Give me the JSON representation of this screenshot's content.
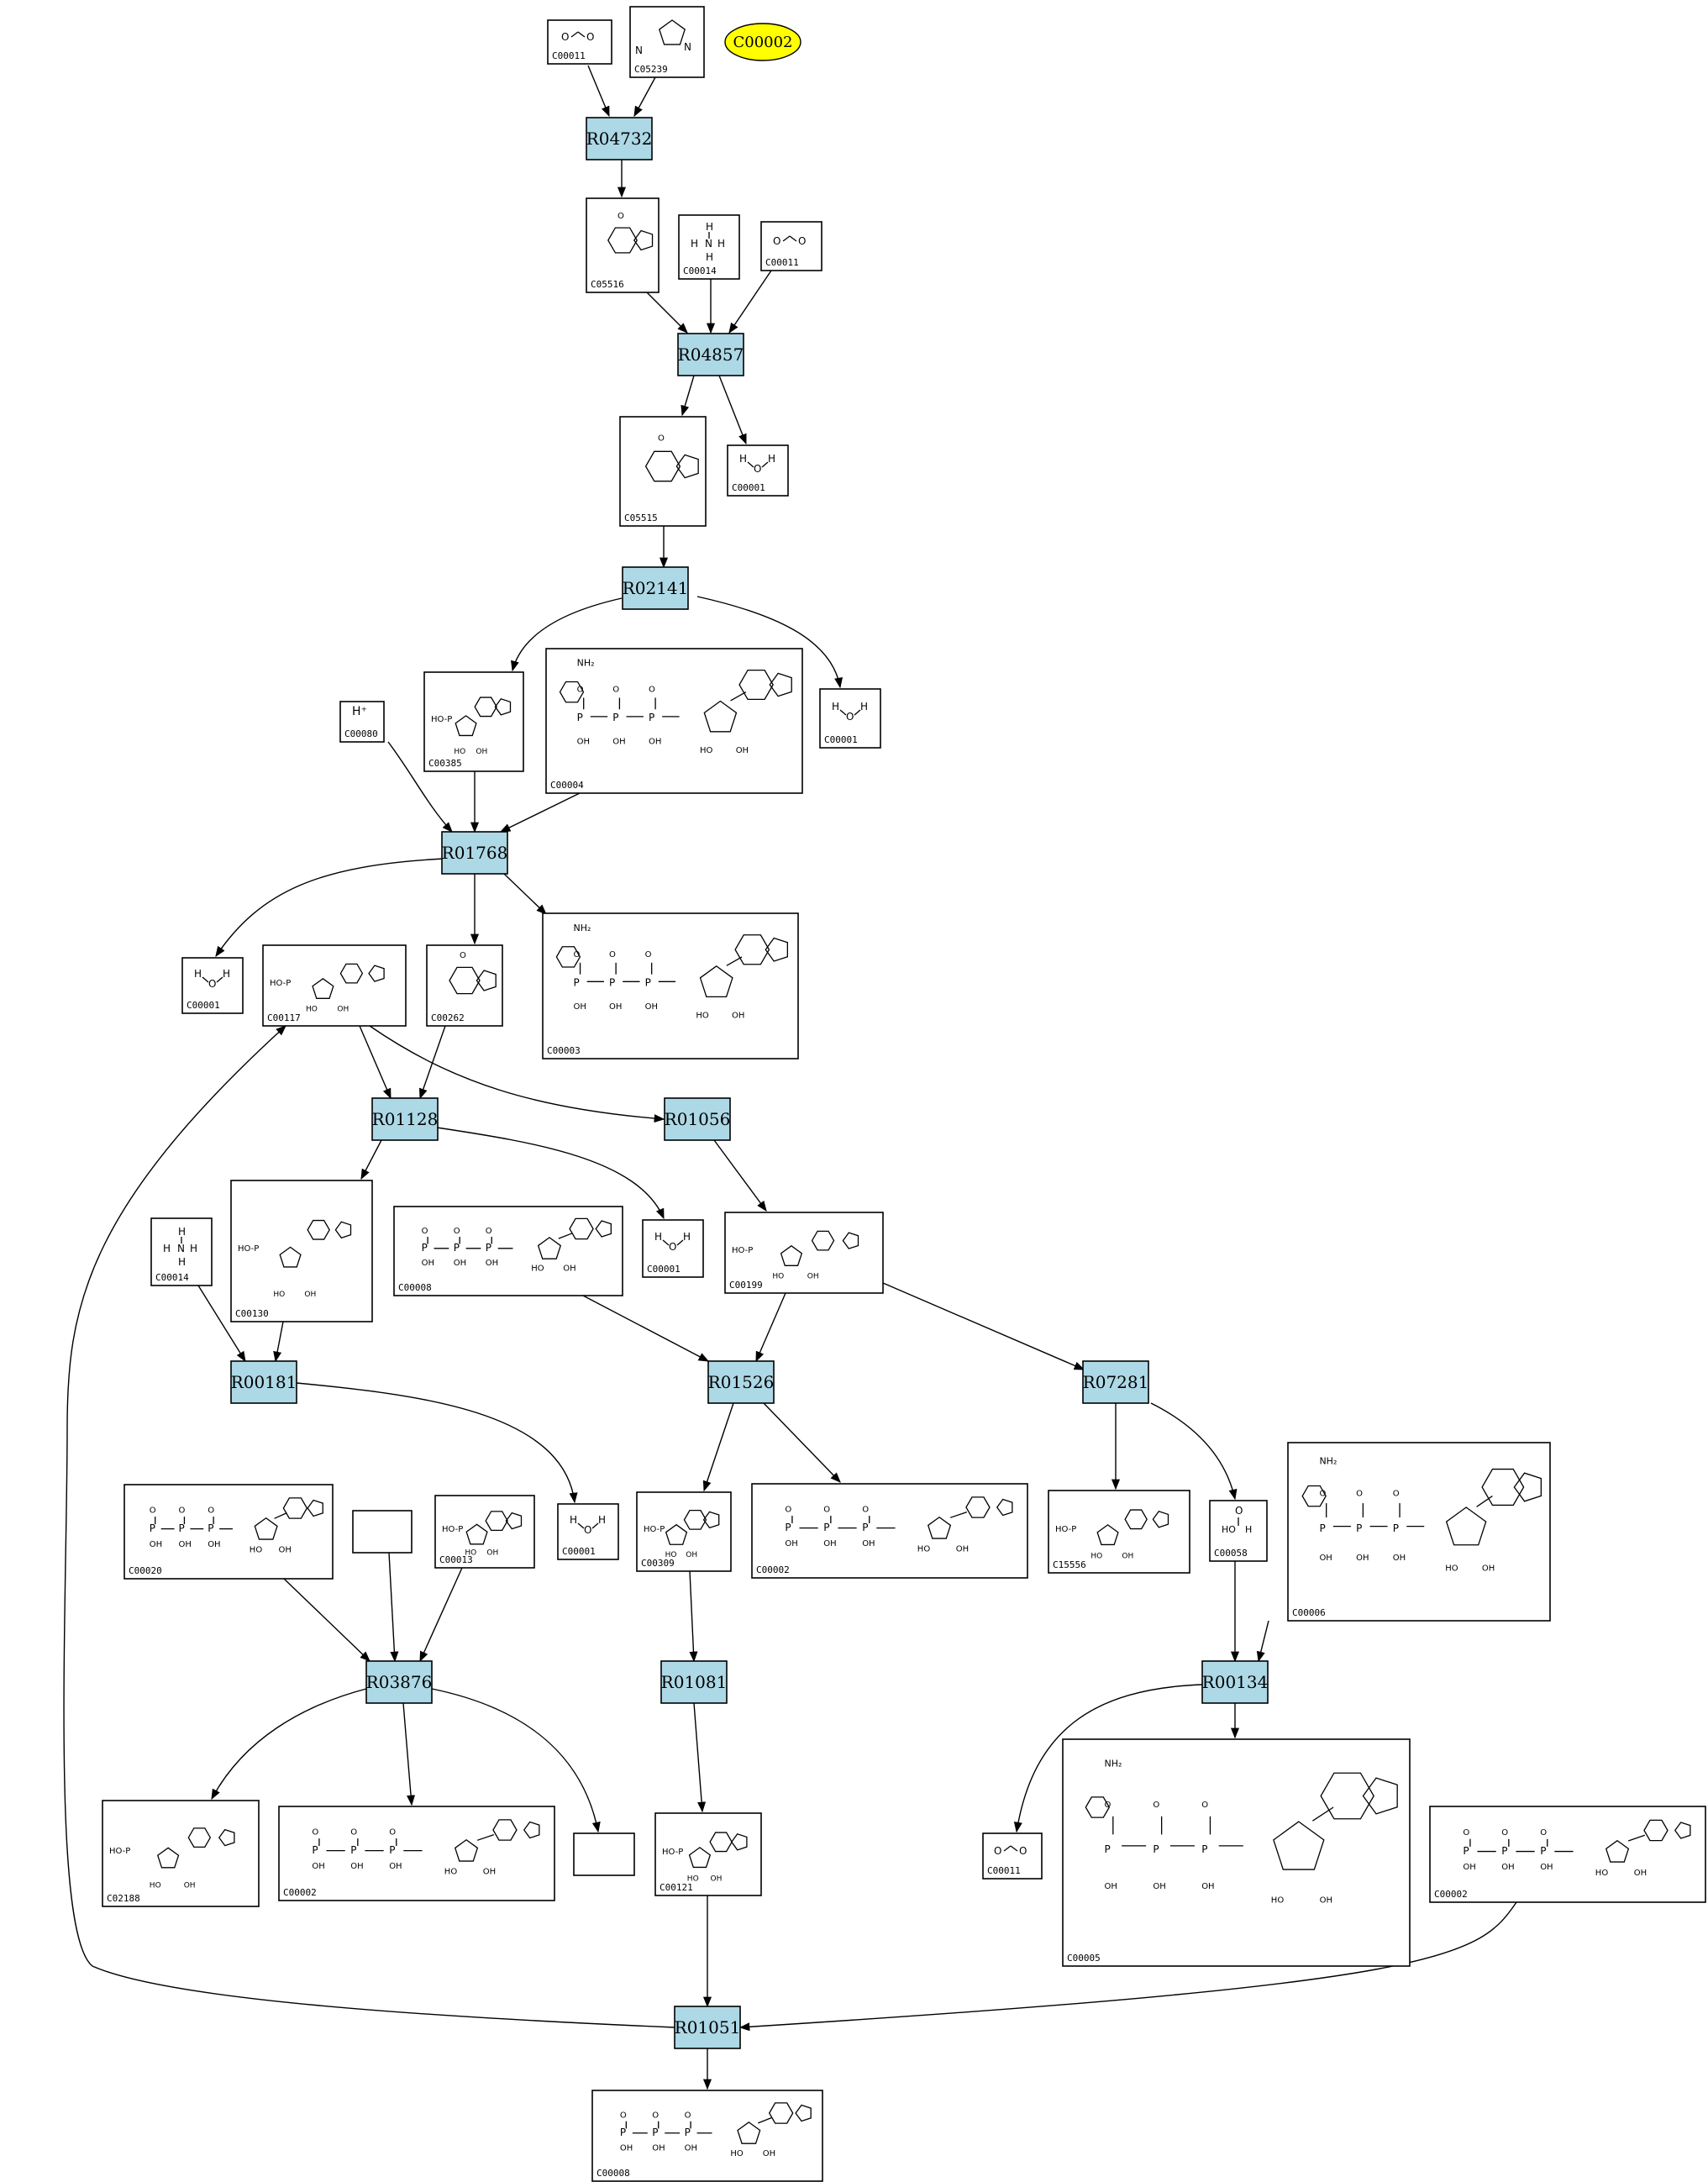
{
  "highlight": {
    "label": "C00002",
    "color": "#ffff00"
  },
  "colors": {
    "reaction_fill": "#add8e6",
    "compound_fill": "#ffffff",
    "stroke": "#000000"
  },
  "reactions": [
    {
      "id": "R04732",
      "label": "R04732"
    },
    {
      "id": "R04857",
      "label": "R04857"
    },
    {
      "id": "R02141",
      "label": "R02141"
    },
    {
      "id": "R01768",
      "label": "R01768"
    },
    {
      "id": "R01128",
      "label": "R01128"
    },
    {
      "id": "R01056",
      "label": "R01056"
    },
    {
      "id": "R00181",
      "label": "R00181"
    },
    {
      "id": "R01526",
      "label": "R01526"
    },
    {
      "id": "R07281",
      "label": "R07281"
    },
    {
      "id": "R03876",
      "label": "R03876"
    },
    {
      "id": "R01081",
      "label": "R01081"
    },
    {
      "id": "R00134",
      "label": "R00134"
    },
    {
      "id": "R01051",
      "label": "R01051"
    }
  ],
  "compounds": [
    {
      "id": "c01",
      "label": "C00011",
      "structure": "co2"
    },
    {
      "id": "c02",
      "label": "C05239",
      "structure": "imidazole-amine"
    },
    {
      "id": "c03",
      "label": "C05516",
      "structure": "aicar-acid"
    },
    {
      "id": "c04",
      "label": "C00014",
      "structure": "ammonia"
    },
    {
      "id": "c05",
      "label": "C00011",
      "structure": "co2"
    },
    {
      "id": "c06",
      "label": "C05515",
      "structure": "carboxy-imidazole"
    },
    {
      "id": "c07",
      "label": "C00001",
      "structure": "water"
    },
    {
      "id": "c08",
      "label": "C00080",
      "structure": "proton",
      "text": "H⁺"
    },
    {
      "id": "c09",
      "label": "C00385",
      "structure": "xanthine"
    },
    {
      "id": "c10",
      "label": "C00004",
      "structure": "nadh"
    },
    {
      "id": "c11",
      "label": "C00001",
      "structure": "water"
    },
    {
      "id": "c12",
      "label": "C00001",
      "structure": "water"
    },
    {
      "id": "c13",
      "label": "C00117",
      "structure": "ribose-phosphate"
    },
    {
      "id": "c14",
      "label": "C00262",
      "structure": "hypoxanthine"
    },
    {
      "id": "c15",
      "label": "C00003",
      "structure": "nad"
    },
    {
      "id": "c16",
      "label": "C00014",
      "structure": "ammonia"
    },
    {
      "id": "c17",
      "label": "C00130",
      "structure": "imp"
    },
    {
      "id": "c18",
      "label": "C00008",
      "structure": "adp"
    },
    {
      "id": "c19",
      "label": "C00001",
      "structure": "water"
    },
    {
      "id": "c20",
      "label": "C00199",
      "structure": "ribulose-phosphate"
    },
    {
      "id": "c21",
      "label": "C00020",
      "structure": "amp"
    },
    {
      "id": "c22",
      "label": "",
      "structure": "empty"
    },
    {
      "id": "c23",
      "label": "C00013",
      "structure": "pyrophosphate"
    },
    {
      "id": "c24",
      "label": "C00001",
      "structure": "water"
    },
    {
      "id": "c25",
      "label": "C00309",
      "structure": "ribulose"
    },
    {
      "id": "c26",
      "label": "C00002",
      "structure": "atp"
    },
    {
      "id": "c27",
      "label": "C15556",
      "structure": "hydroxy-phosphate"
    },
    {
      "id": "c28",
      "label": "C00058",
      "structure": "formate"
    },
    {
      "id": "c29",
      "label": "C00006",
      "structure": "nadp"
    },
    {
      "id": "c30",
      "label": "C02188",
      "structure": "protein-lysine"
    },
    {
      "id": "c31",
      "label": "C00002",
      "structure": "atp"
    },
    {
      "id": "c32",
      "label": "",
      "structure": "empty"
    },
    {
      "id": "c33",
      "label": "C00121",
      "structure": "ribose"
    },
    {
      "id": "c34",
      "label": "C00011",
      "structure": "co2"
    },
    {
      "id": "c35",
      "label": "C00005",
      "structure": "nadph"
    },
    {
      "id": "c36",
      "label": "C00002",
      "structure": "atp"
    },
    {
      "id": "c37",
      "label": "C00008",
      "structure": "adp"
    }
  ]
}
